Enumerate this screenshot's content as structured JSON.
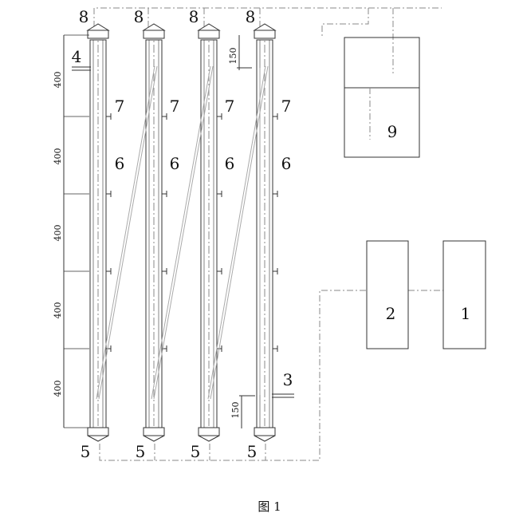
{
  "figure": {
    "caption": "图 1",
    "labels": {
      "top": "8",
      "bottom": "5",
      "middle": "6",
      "port": "7",
      "inlet_4": "4",
      "outlet_3": "3",
      "box_9": "9",
      "box_2": "2",
      "box_1": "1"
    },
    "dimensions": {
      "segment": "400",
      "end_offset": "150"
    }
  },
  "colors": {
    "line": "#333333",
    "dash": "#888888",
    "helix": "#aaaaaa"
  }
}
